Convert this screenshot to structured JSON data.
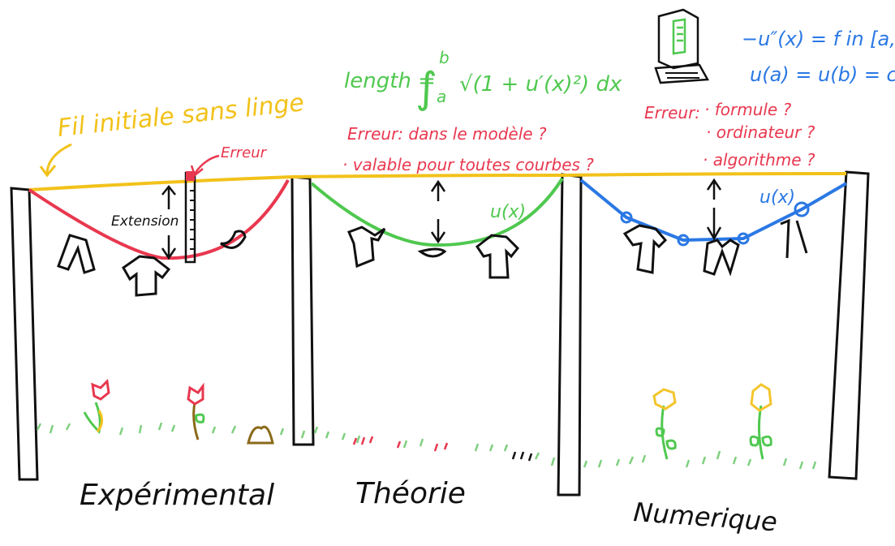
{
  "colors": {
    "ink": "#111111",
    "yellow": "#f2c21b",
    "red": "#e8384f",
    "green": "#4fc84f",
    "blue": "#2a78e4",
    "grass": "#7fd07f",
    "brown": "#8a6a1a",
    "flower_yellow": "#f3c52c"
  },
  "experimental": {
    "title_annotation": "Fil initiale sans linge",
    "error_label": "Erreur",
    "extension_label": "Extension",
    "caption": "Expérimental"
  },
  "theory": {
    "formula_lhs": "length =",
    "formula_integral": "∫",
    "formula_lower": "a",
    "formula_upper": "b",
    "formula_body": "√(1 + u′(x)²) dx",
    "error_line1": "Erreur: dans le modèle ?",
    "error_line2": "· valable pour toutes courbes ?",
    "curve_label": "u(x)",
    "caption": "Théorie"
  },
  "numerical": {
    "equation1": "−u″(x) = f in [a,b]",
    "equation2": "u(a) = u(b) = c",
    "error_header": "Erreur:",
    "error_items": [
      "· formule ?",
      "· ordinateur ?",
      "· algorithme ?"
    ],
    "curve_label": "u(x)",
    "caption": "Numerique",
    "computer_icon": "computer-icon"
  }
}
